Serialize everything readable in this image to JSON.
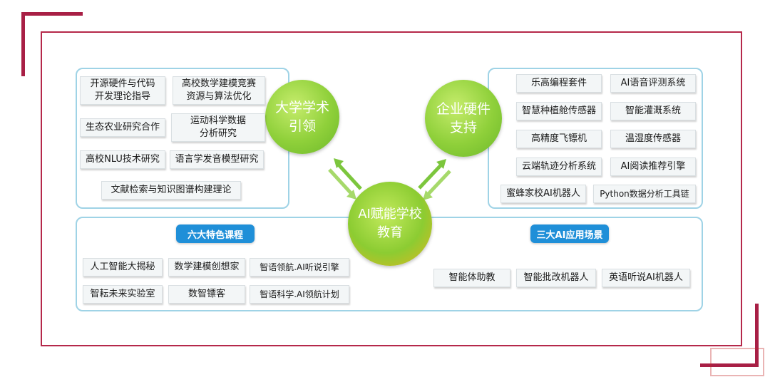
{
  "colors": {
    "frame": "#b5284a",
    "panel_border": "#9fd3e6",
    "pill": "#1f8fd8",
    "circle_green": "#8fd03a"
  },
  "circles": {
    "academic": "大学学术\n引领",
    "enterprise": "企业硬件\n支持",
    "center": "AI赋能学校\n教育"
  },
  "academic_items": [
    "开源硬件与代码\n开发理论指导",
    "高校数学建模竞赛\n资源与算法优化",
    "生态农业研究合作",
    "运动科学数据\n分析研究",
    "高校NLU技术研究",
    "语言学发音模型研究",
    "文献检索与知识图谱构建理论"
  ],
  "enterprise_items": [
    "乐高编程套件",
    "AI语音评测系统",
    "智慧种植舱传感器",
    "智能灌溉系统",
    "高精度飞镖机",
    "温湿度传感器",
    "云端轨迹分析系统",
    "AI阅读推荐引擎",
    "蜜蜂家校AI机器人",
    "Python数据分析工具链"
  ],
  "courses": {
    "title": "六大特色课程",
    "items": [
      "人工智能大揭秘",
      "数学建模创想家",
      "智语领航.AI听说引擎",
      "智耘未来实验室",
      "数智镖客",
      "智语科学.AI领航计划"
    ]
  },
  "scenarios": {
    "title": "三大AI应用场景",
    "items": [
      "智能体助教",
      "智能批改机器人",
      "英语听说AI机器人"
    ]
  }
}
